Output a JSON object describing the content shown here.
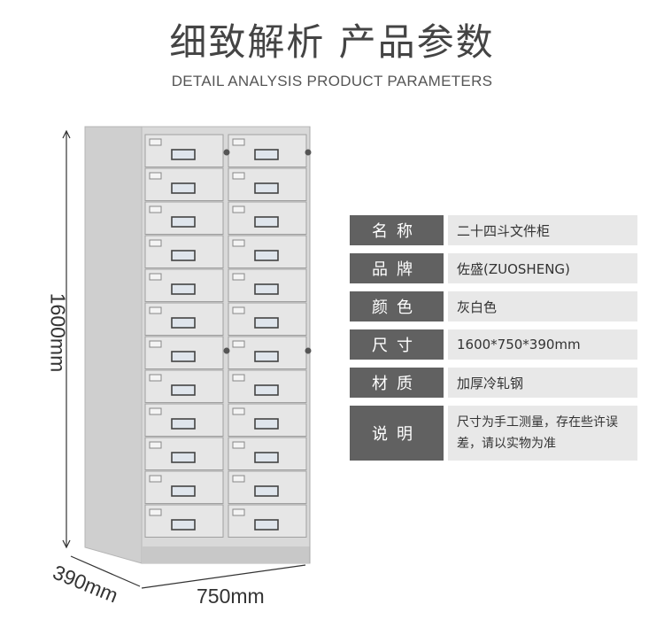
{
  "heading": {
    "cn": "细致解析 产品参数",
    "en": "DETAIL ANALYSIS   PRODUCT PARAMETERS"
  },
  "dimensions": {
    "height": "1600mm",
    "depth": "390mm",
    "width": "750mm"
  },
  "cabinet": {
    "drawers_per_column": 12,
    "columns": 2,
    "color": "#d9d9d9"
  },
  "parameters": [
    {
      "label": "名称",
      "value": "二十四斗文件柜"
    },
    {
      "label": "品牌",
      "value": "佐盛(ZUOSHENG)"
    },
    {
      "label": "颜色",
      "value": "灰白色"
    },
    {
      "label": "尺寸",
      "value": "1600*750*390mm"
    },
    {
      "label": "材质",
      "value": "加厚冷轧钢"
    },
    {
      "label": "说明",
      "value": "尺寸为手工测量，存在些许误差，请以实物为准"
    }
  ]
}
